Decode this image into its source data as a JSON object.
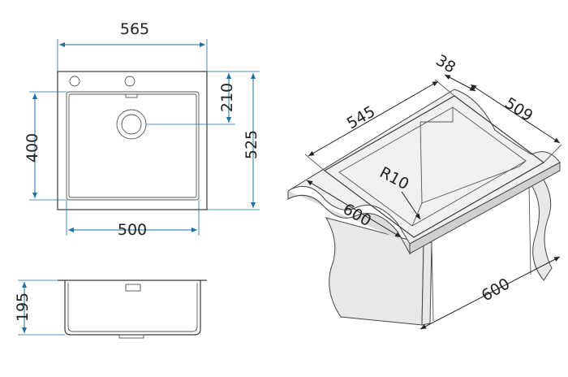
{
  "drawing": {
    "top_view": {
      "width_overall": "565",
      "height_overall": "525",
      "bowl_height": "400",
      "drain_offset": "210",
      "bowl_width": "500"
    },
    "front_view": {
      "depth": "195"
    },
    "iso_view": {
      "rim": "38",
      "bowl_length": "545",
      "width_overall": "509",
      "corner_radius": "R10",
      "cabinet_width": "600",
      "cabinet_depth": "600"
    },
    "colors": {
      "dimension_line": "#1d6fa0",
      "outline": "#3a3a3a"
    }
  }
}
